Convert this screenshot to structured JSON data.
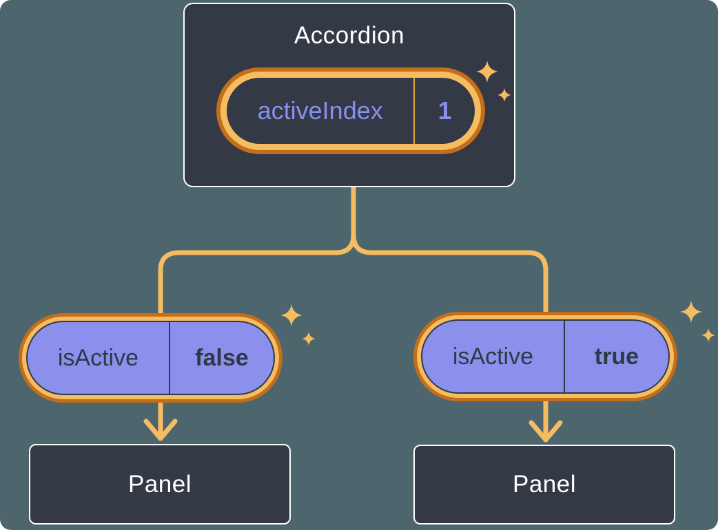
{
  "colors": {
    "bg": "#4D666E",
    "box": "#333945",
    "ink": "#313845",
    "white": "#FFFFFF",
    "orange-dark": "#C36F1A",
    "orange-light": "#F6BC62",
    "orange-mid": "#E9A53E",
    "purple-fill": "#8B90EC",
    "purple-text": "#8890EE"
  },
  "diagram": {
    "type": "component-state-tree",
    "root": {
      "title": "Accordion",
      "pill": {
        "label": "activeIndex",
        "value": "1"
      }
    },
    "children": [
      {
        "pill": {
          "label": "isActive",
          "value": "false"
        },
        "panel": {
          "title": "Panel"
        }
      },
      {
        "pill": {
          "label": "isActive",
          "value": "true"
        },
        "panel": {
          "title": "Panel"
        }
      }
    ]
  }
}
